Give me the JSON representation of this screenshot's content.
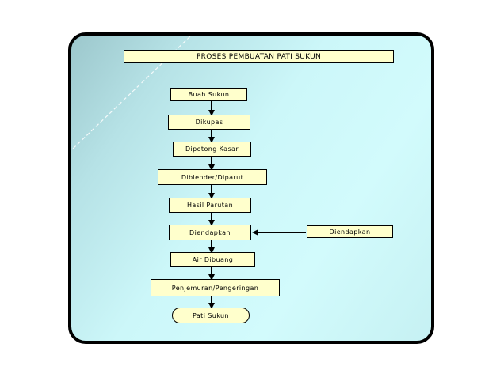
{
  "title": "PROSES PEMBUATAN PATI SUKUN",
  "steps": [
    {
      "id": "buah-sukun",
      "label": "Buah Sukun"
    },
    {
      "id": "dikupas",
      "label": "Dikupas"
    },
    {
      "id": "dipotong-kasar",
      "label": "Dipotong Kasar"
    },
    {
      "id": "diblender",
      "label": "Diblender/Diparut"
    },
    {
      "id": "hasil-parutan",
      "label": "Hasil Parutan"
    },
    {
      "id": "diendapkan",
      "label": "Diendapkan"
    },
    {
      "id": "air-dibuang",
      "label": "Air Dibuang"
    },
    {
      "id": "penjemuran",
      "label": "Penjemuran/Pengeringan"
    },
    {
      "id": "pati-sukun",
      "label": "Pati Sukun"
    }
  ],
  "side_step": {
    "id": "diendapkan-side",
    "label": "Diendapkan"
  },
  "colors": {
    "box_fill": "#ffffcc",
    "frame_border": "#000000",
    "background": "#ccf7f9"
  }
}
